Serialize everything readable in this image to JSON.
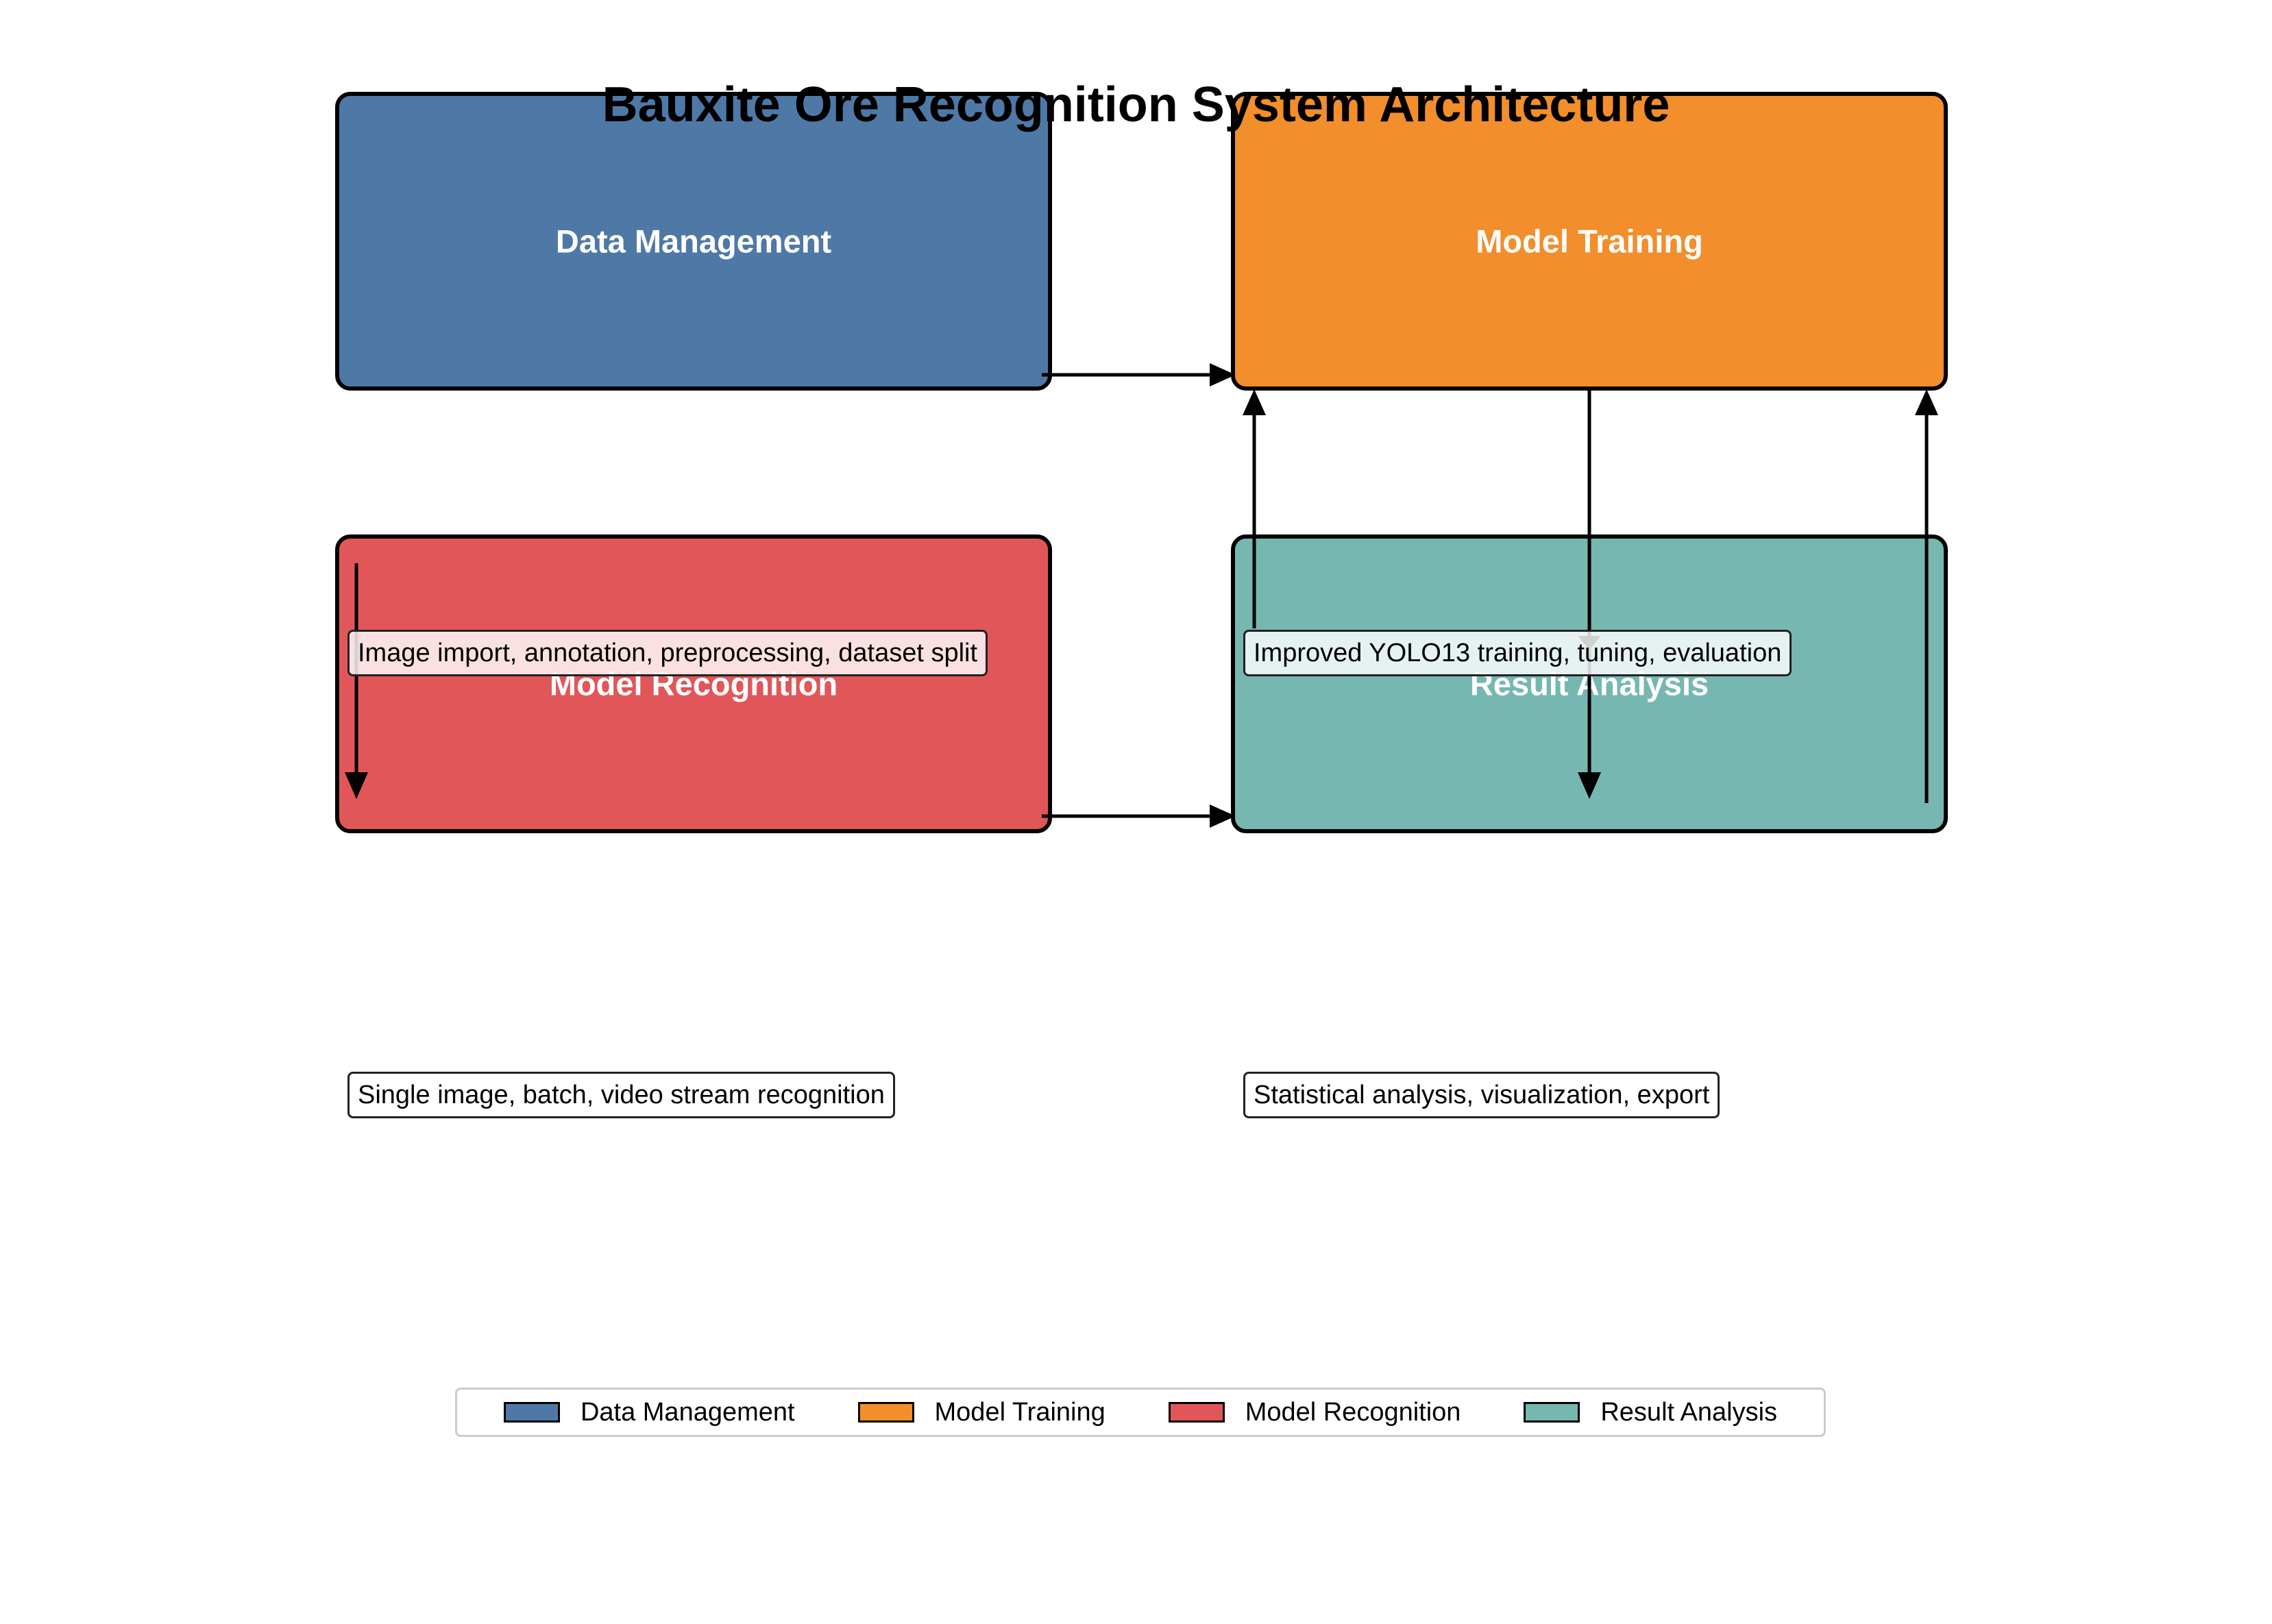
{
  "title": "Bauxite Ore Recognition System Architecture",
  "colors": {
    "data_management": "#4e79a7",
    "model_training": "#f28e2b",
    "model_recognition": "#e15759",
    "result_analysis": "#76b7b2"
  },
  "modules": {
    "data_management": {
      "label": "Data Management",
      "description": "Image import, annotation, preprocessing, dataset split"
    },
    "model_training": {
      "label": "Model Training",
      "description": "Improved YOLO13 training, tuning, evaluation"
    },
    "model_recognition": {
      "label": "Model Recognition",
      "description": "Single image, batch, video stream recognition"
    },
    "result_analysis": {
      "label": "Result Analysis",
      "description": "Statistical analysis, visualization, export"
    }
  },
  "legend": [
    {
      "label": "Data Management",
      "color": "#4e79a7"
    },
    {
      "label": "Model Training",
      "color": "#f28e2b"
    },
    {
      "label": "Model Recognition",
      "color": "#e15759"
    },
    {
      "label": "Result Analysis",
      "color": "#76b7b2"
    }
  ]
}
